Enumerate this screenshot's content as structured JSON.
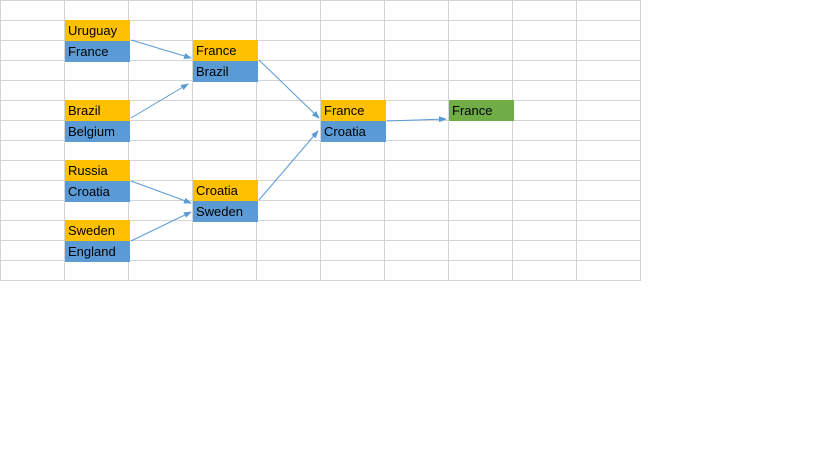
{
  "colors": {
    "yellow": "#ffc000",
    "blue": "#5b9bd5",
    "green": "#70ad47",
    "arrow": "#5b9bd5",
    "grid": "#d4d4d4"
  },
  "bracket": {
    "quarterfinals": [
      {
        "top": "Uruguay",
        "bottom": "France"
      },
      {
        "top": "Brazil",
        "bottom": "Belgium"
      },
      {
        "top": "Russia",
        "bottom": "Croatia"
      },
      {
        "top": "Sweden",
        "bottom": "England"
      }
    ],
    "semifinals": [
      {
        "top": "France",
        "bottom": "Brazil"
      },
      {
        "top": "Croatia",
        "bottom": "Sweden"
      }
    ],
    "final": {
      "top": "France",
      "bottom": "Croatia"
    },
    "champion": "France"
  }
}
